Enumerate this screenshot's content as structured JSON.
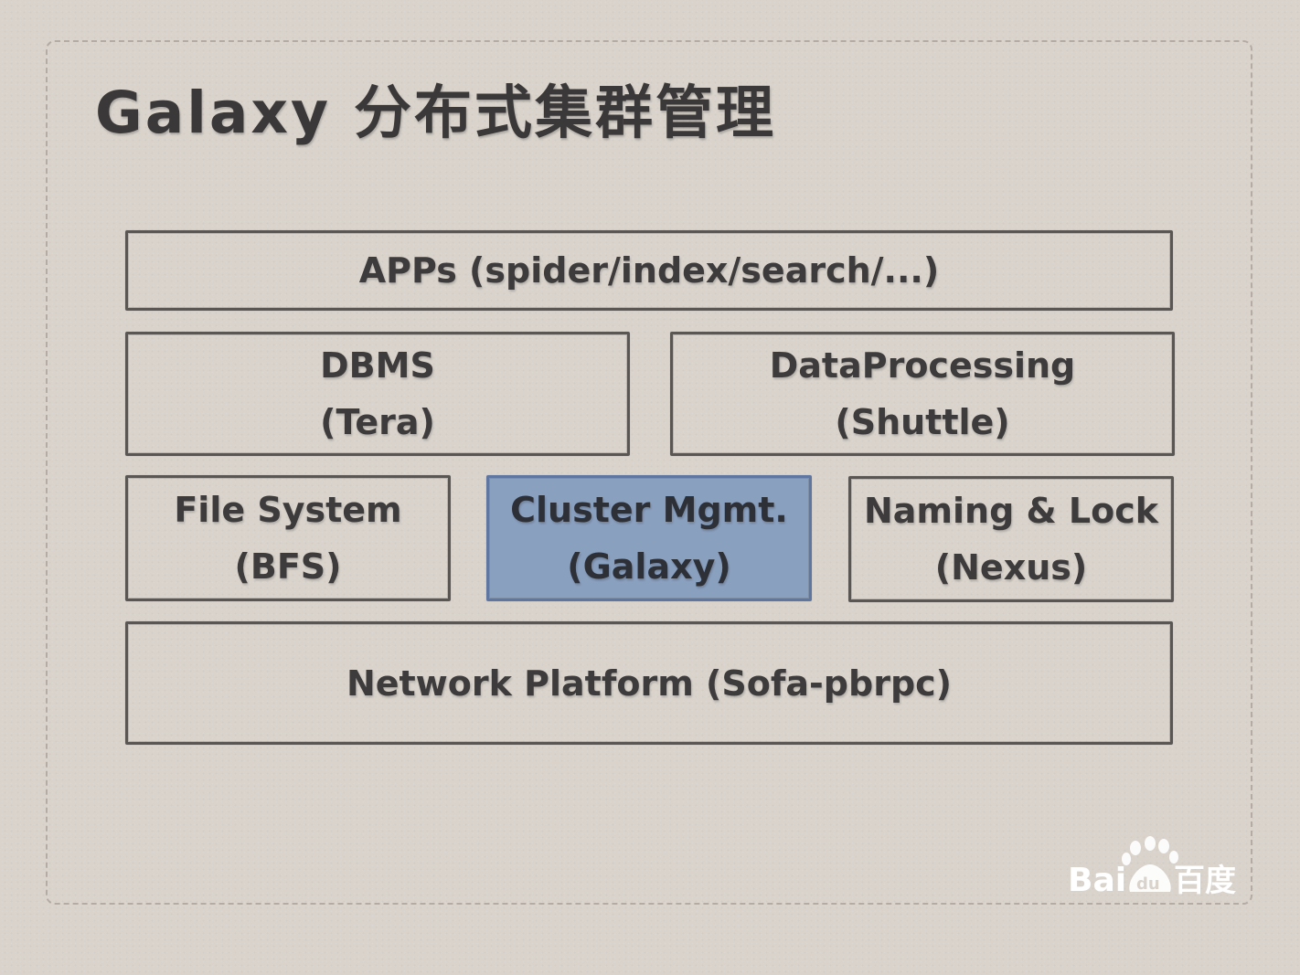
{
  "slide": {
    "title": "Galaxy 分布式集群管理"
  },
  "diagram": {
    "apps": {
      "line1": "APPs (spider/index/search/...)"
    },
    "dbms": {
      "line1": "DBMS",
      "line2": "(Tera)"
    },
    "data_processing": {
      "line1": "DataProcessing",
      "line2": "(Shuttle)"
    },
    "file_system": {
      "line1": "File System",
      "line2": "(BFS)"
    },
    "cluster_mgmt": {
      "line1": "Cluster Mgmt.",
      "line2": "(Galaxy)",
      "highlight_color": "#8aa0bf"
    },
    "naming_lock": {
      "line1": "Naming & Lock",
      "line2": "(Nexus)"
    },
    "network_platform": {
      "line1": "Network Platform (Sofa-pbrpc)"
    }
  },
  "watermark": {
    "text_latin": "Bai",
    "text_paw": "du",
    "text_cn": "百度",
    "icon": "baidu-paw-icon"
  },
  "colors": {
    "background": "#d9d3cc",
    "border": "#5a5654",
    "text": "#3d3b3b",
    "highlight": "#8aa0bf"
  }
}
